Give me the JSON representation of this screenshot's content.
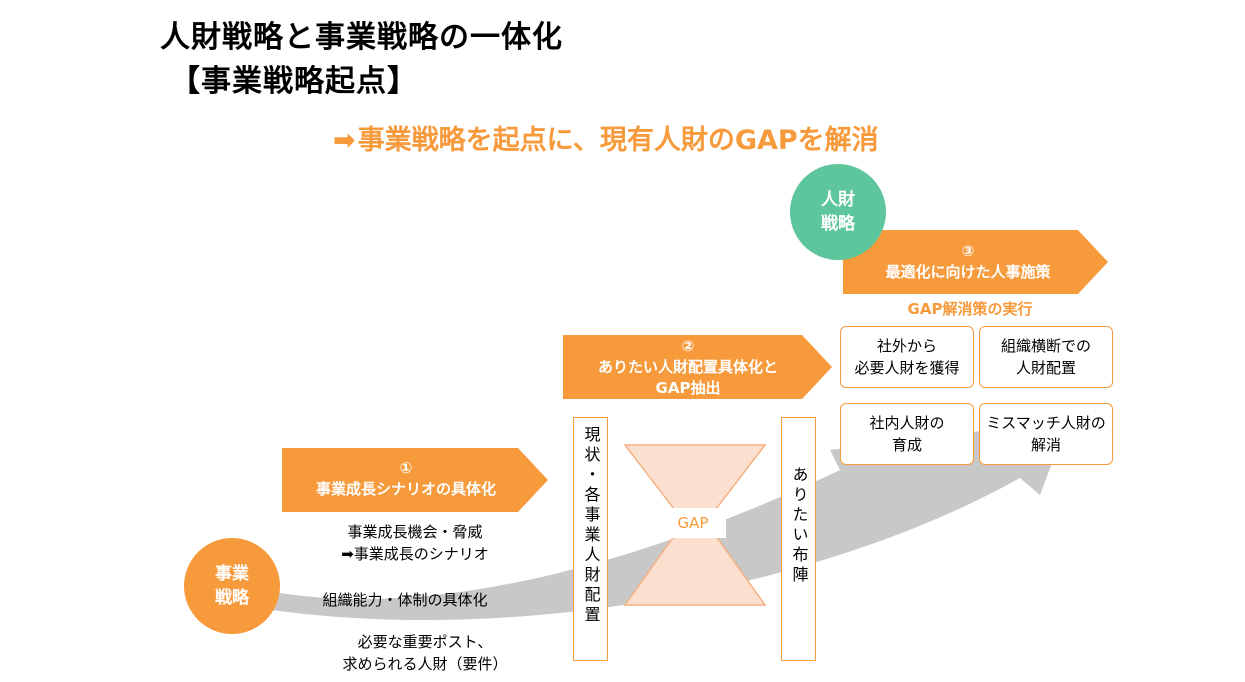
{
  "title_line1": "人財戦略と事業戦略の一体化",
  "title_line2": "【事業戦略起点】",
  "subtitle": {
    "arrow": "➡",
    "text": "事業戦略を起点に、現有人財のGAPを解消"
  },
  "circles": {
    "business": "事業\n戦略",
    "hr": "人財\n戦略"
  },
  "steps": {
    "step1": "①\n事業成長シナリオの具体化",
    "step2": "②\nありたい人財配置具体化と\nGAP抽出",
    "step3": "③\n最適化に向けた人事施策"
  },
  "step1_details": {
    "line1": "事業成長機会・脅威\n➡事業成長のシナリオ",
    "line2": "組織能力・体制の具体化",
    "line3": "必要な重要ポスト、\n求められる人財（要件）"
  },
  "current_box": "現状・各事業人財配置",
  "ideal_box": "ありたい布陣",
  "gap": "GAP",
  "gap_caption": "GAP解消策の実行",
  "hr_measures": [
    "社外から\n必要人財を獲得",
    "組織横断での\n人財配置",
    "社内人財の\n育成",
    "ミスマッチ人財の\n解消"
  ],
  "colors": {
    "orange": "#f79a3c",
    "green": "#5ec69c",
    "grey_arrow": "#c8c8c8",
    "gap_fill": "#fbe0d0"
  }
}
